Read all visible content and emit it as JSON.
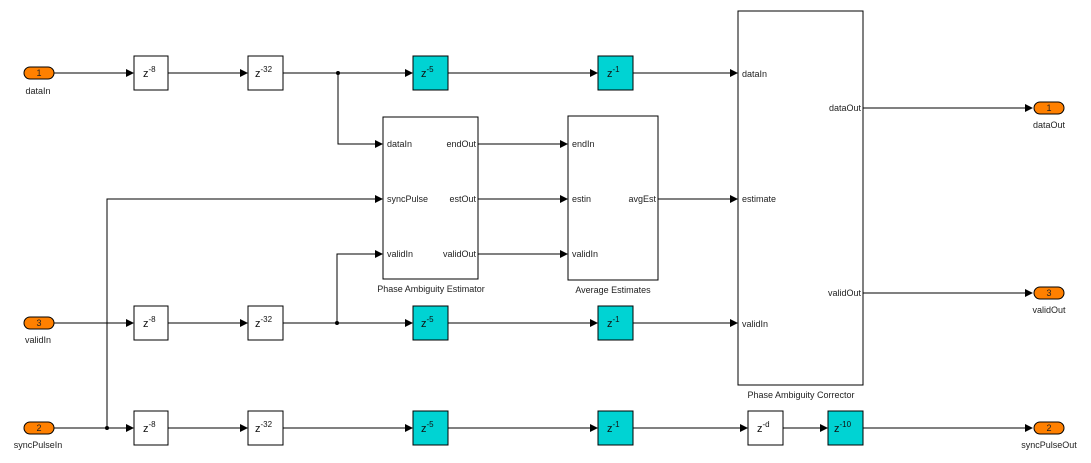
{
  "diagram": {
    "inports": [
      {
        "id": "dataIn",
        "number": "1",
        "name": "dataIn"
      },
      {
        "id": "validIn",
        "number": "3",
        "name": "validIn"
      },
      {
        "id": "syncPulseIn",
        "number": "2",
        "name": "syncPulseIn"
      }
    ],
    "outports": [
      {
        "id": "dataOut",
        "number": "1",
        "name": "dataOut"
      },
      {
        "id": "validOut",
        "number": "3",
        "name": "validOut"
      },
      {
        "id": "syncPulseOut",
        "number": "2",
        "name": "syncPulseOut"
      }
    ],
    "delays": {
      "data_1": {
        "base": "z",
        "exp": "-8"
      },
      "data_2": {
        "base": "z",
        "exp": "-32"
      },
      "data_3": {
        "base": "z",
        "exp": "-5"
      },
      "data_4": {
        "base": "z",
        "exp": "-1"
      },
      "valid_1": {
        "base": "z",
        "exp": "-8"
      },
      "valid_2": {
        "base": "z",
        "exp": "-32"
      },
      "valid_3": {
        "base": "z",
        "exp": "-5"
      },
      "valid_4": {
        "base": "z",
        "exp": "-1"
      },
      "sync_1": {
        "base": "z",
        "exp": "-8"
      },
      "sync_2": {
        "base": "z",
        "exp": "-32"
      },
      "sync_3": {
        "base": "z",
        "exp": "-5"
      },
      "sync_4": {
        "base": "z",
        "exp": "-1"
      },
      "sync_5": {
        "base": "z",
        "exp": "-d"
      },
      "sync_6": {
        "base": "z",
        "exp": "-10"
      }
    },
    "subsystems": {
      "estimator": {
        "title": "Phase Ambiguity Estimator",
        "inputs": [
          "dataIn",
          "syncPulse",
          "validIn"
        ],
        "outputs": [
          "endOut",
          "estOut",
          "validOut"
        ]
      },
      "average": {
        "title": "Average Estimates",
        "inputs": [
          "endIn",
          "estin",
          "validIn"
        ],
        "outputs": [
          "avgEst"
        ]
      },
      "corrector": {
        "title": "Phase Ambiguity Corrector",
        "inputs": [
          "dataIn",
          "estimate",
          "validIn"
        ],
        "outputs": [
          "dataOut",
          "validOut"
        ]
      }
    },
    "colors": {
      "port": "#ff8000",
      "pipeline_delay": "#00d3d3",
      "block": "#ffffff"
    }
  }
}
